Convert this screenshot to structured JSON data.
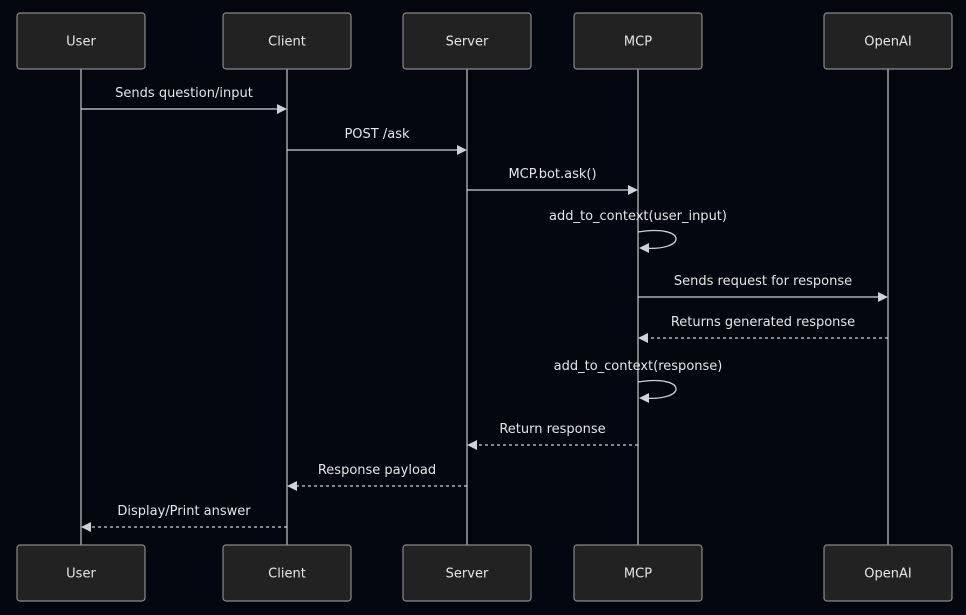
{
  "diagram": {
    "type": "sequence",
    "participants": [
      {
        "id": "user",
        "label": "User"
      },
      {
        "id": "client",
        "label": "Client"
      },
      {
        "id": "server",
        "label": "Server"
      },
      {
        "id": "mcp",
        "label": "MCP"
      },
      {
        "id": "openai",
        "label": "OpenAI"
      }
    ],
    "messages": [
      {
        "from": "user",
        "to": "client",
        "label": "Sends question/input",
        "style": "solid"
      },
      {
        "from": "client",
        "to": "server",
        "label": "POST /ask",
        "style": "solid"
      },
      {
        "from": "server",
        "to": "mcp",
        "label": "MCP.bot.ask()",
        "style": "solid"
      },
      {
        "from": "mcp",
        "to": "mcp",
        "label": "add_to_context(user_input)",
        "style": "solid"
      },
      {
        "from": "mcp",
        "to": "openai",
        "label": "Sends request for response",
        "style": "solid"
      },
      {
        "from": "openai",
        "to": "mcp",
        "label": "Returns generated response",
        "style": "dashed"
      },
      {
        "from": "mcp",
        "to": "mcp",
        "label": "add_to_context(response)",
        "style": "solid"
      },
      {
        "from": "mcp",
        "to": "server",
        "label": "Return response",
        "style": "dashed"
      },
      {
        "from": "server",
        "to": "client",
        "label": "Response payload",
        "style": "dashed"
      },
      {
        "from": "client",
        "to": "user",
        "label": "Display/Print answer",
        "style": "dashed"
      }
    ]
  }
}
